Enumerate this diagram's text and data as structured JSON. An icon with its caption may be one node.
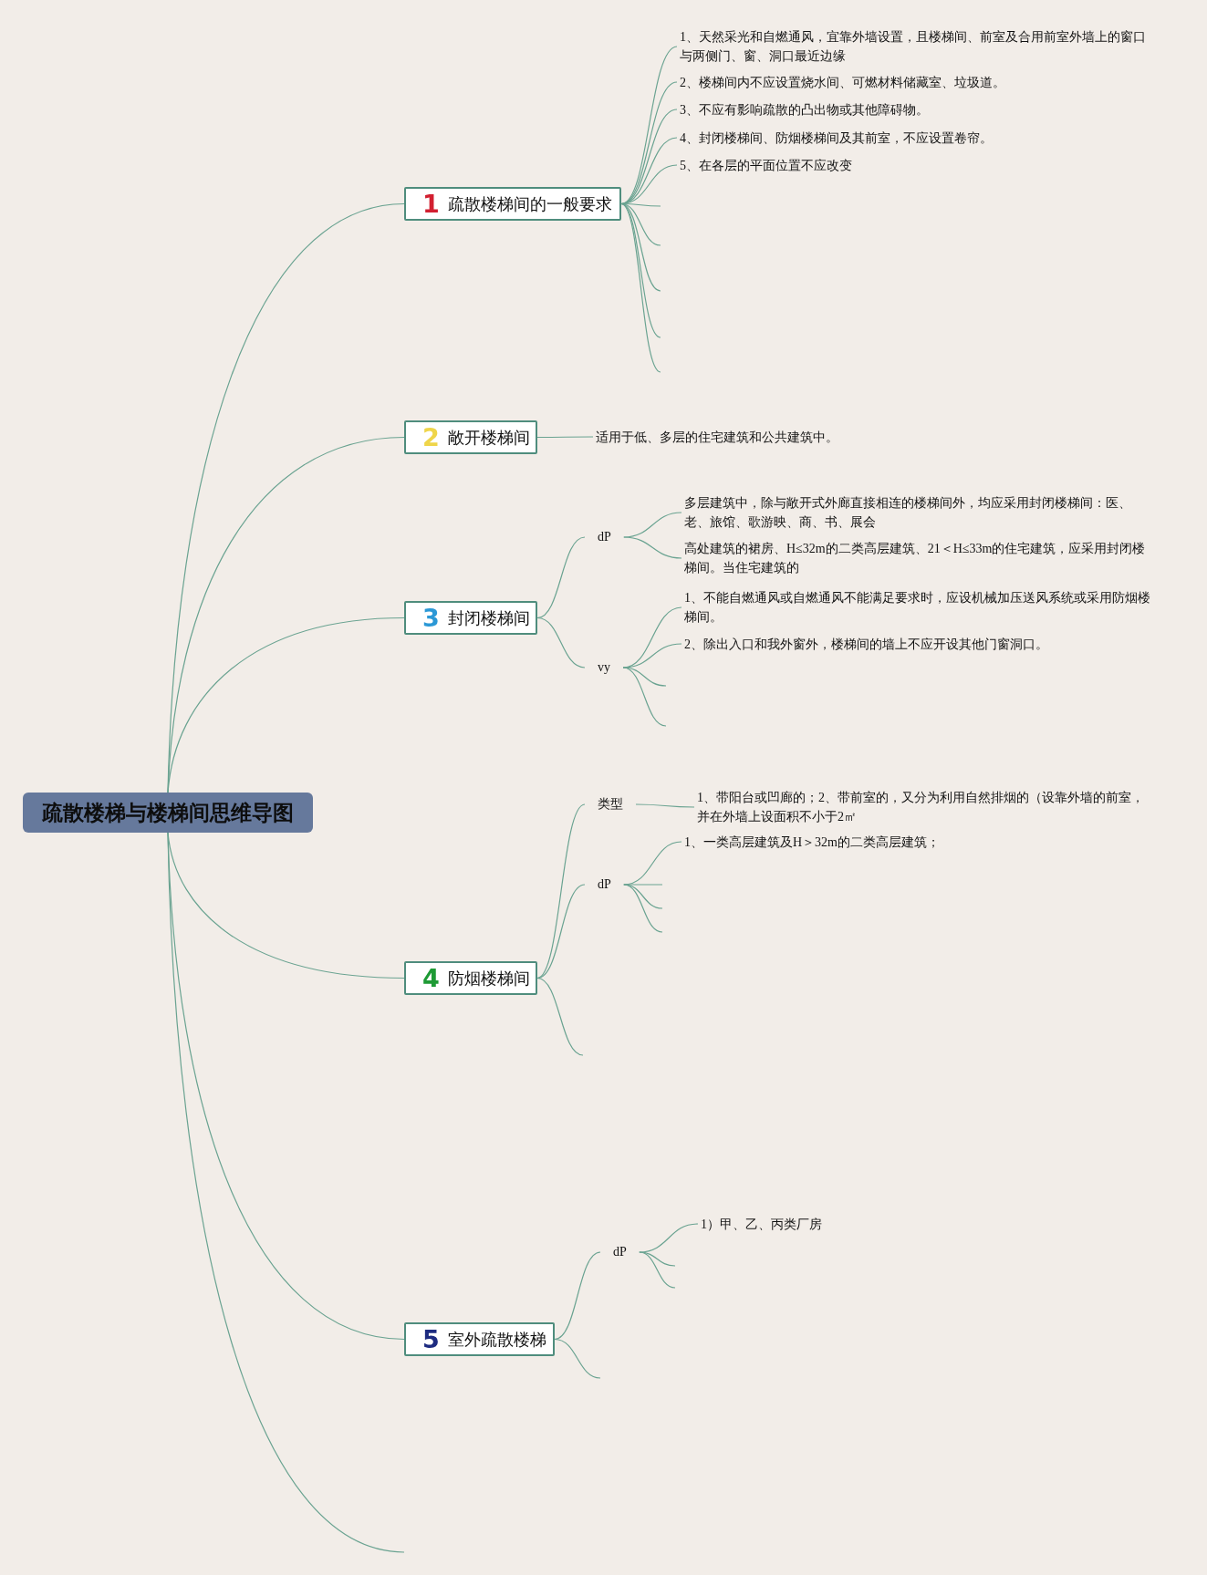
{
  "diagram": {
    "nodes": [
      {
        "text": [
          "疏散楼梯与楼梯间思维导图"
        ]
      },
      {
        "text": [
          "1",
          "疏散楼梯间的一般要求"
        ]
      },
      {
        "text": [
          "1、天然采光和自燃通风，宜靠外墙设置，且楼梯间、前室及合用前室外墙上的窗口与两侧门、窗、洞口最近边缘"
        ]
      },
      {
        "text": [
          "2、楼梯间内不应设置烧水间、可燃材料储藏室、垃圾道。"
        ]
      },
      {
        "text": [
          "3、不应有影响疏散的凸出物或其他障碍物。"
        ]
      },
      {
        "text": [
          "4、封闭楼梯间、防烟楼梯间及其前室，不应设置卷帘。"
        ]
      },
      {
        "text": [
          "5、在各层的平面位置不应改变"
        ]
      },
      {
        "text": [
          "2",
          "敞开楼梯间"
        ]
      },
      {
        "text": [
          "适用于低、多层的住宅建筑和公共建筑中。"
        ]
      },
      {
        "text": [
          "3",
          "封闭楼梯间"
        ]
      },
      {
        "text": [
          "dP"
        ]
      },
      {
        "text": [
          "多层建筑中，除与敞开式外廊直接相连的楼梯间外，均应采用封闭楼梯间：医、老、旅馆、歌游映、商、书、展会"
        ]
      },
      {
        "text": [
          "高处建筑的裙房、H≤32m的二类高层建筑、21＜H≤33m的住宅建筑，应采用封闭楼梯间。当住宅建筑的"
        ]
      },
      {
        "text": [
          "vy"
        ]
      },
      {
        "text": [
          "1、不能自燃通风或自燃通风不能满足要求时，应设机械加压送风系统或采用防烟楼梯间。"
        ]
      },
      {
        "text": [
          "2、除出入口和我外窗外，楼梯间的墙上不应开设其他门窗洞口。"
        ]
      },
      {
        "text": [
          "4",
          "防烟楼梯间"
        ]
      },
      {
        "text": [
          "类型"
        ]
      },
      {
        "text": [
          "1、带阳台或凹廊的；2、带前室的，又分为利用自然排烟的（设靠外墙的前室，并在外墙上设面积不小于2㎡"
        ]
      },
      {
        "text": [
          "dP"
        ]
      },
      {
        "text": [
          "1、一类高层建筑及H＞32m的二类高层建筑；"
        ]
      },
      {
        "text": [
          "5",
          "室外疏散楼梯"
        ]
      },
      {
        "text": [
          "dP"
        ]
      },
      {
        "text": [
          "1）甲、乙、丙类厂房"
        ]
      }
    ],
    "edges": [
      {
        "from": 0,
        "to": 1,
        "arrow": "none"
      },
      {
        "from": 0,
        "to": 7,
        "arrow": "none"
      },
      {
        "from": 0,
        "to": 9,
        "arrow": "none"
      },
      {
        "from": 0,
        "to": 16,
        "arrow": "none"
      },
      {
        "from": 0,
        "to": 21,
        "arrow": "none"
      },
      {
        "from": 0,
        "to": null,
        "arrow": "none"
      },
      {
        "from": 1,
        "to": 2,
        "arrow": "none"
      },
      {
        "from": 1,
        "to": 3,
        "arrow": "none"
      },
      {
        "from": 1,
        "to": 4,
        "arrow": "none"
      },
      {
        "from": 1,
        "to": 5,
        "arrow": "none"
      },
      {
        "from": 1,
        "to": 6,
        "arrow": "none"
      },
      {
        "from": 1,
        "to": null,
        "arrow": "none"
      },
      {
        "from": 1,
        "to": null,
        "arrow": "none"
      },
      {
        "from": 1,
        "to": null,
        "arrow": "none"
      },
      {
        "from": 1,
        "to": null,
        "arrow": "none"
      },
      {
        "from": 1,
        "to": null,
        "arrow": "none"
      },
      {
        "from": 7,
        "to": 8,
        "arrow": "none"
      },
      {
        "from": 9,
        "to": 10,
        "arrow": "none"
      },
      {
        "from": 9,
        "to": 13,
        "arrow": "none"
      },
      {
        "from": 10,
        "to": 11,
        "arrow": "none"
      },
      {
        "from": 10,
        "to": 12,
        "arrow": "none"
      },
      {
        "from": 13,
        "to": 14,
        "arrow": "none"
      },
      {
        "from": 13,
        "to": 15,
        "arrow": "none"
      },
      {
        "from": 13,
        "to": null,
        "arrow": "none"
      },
      {
        "from": 13,
        "to": null,
        "arrow": "none"
      },
      {
        "from": 16,
        "to": 17,
        "arrow": "none"
      },
      {
        "from": 16,
        "to": 19,
        "arrow": "none"
      },
      {
        "from": 16,
        "to": null,
        "arrow": "none"
      },
      {
        "from": 17,
        "to": 18,
        "arrow": "none"
      },
      {
        "from": 19,
        "to": 20,
        "arrow": "none"
      },
      {
        "from": 19,
        "to": null,
        "arrow": "none"
      },
      {
        "from": 19,
        "to": null,
        "arrow": "none"
      },
      {
        "from": 19,
        "to": null,
        "arrow": "none"
      },
      {
        "from": 21,
        "to": 22,
        "arrow": "none"
      },
      {
        "from": 21,
        "to": null,
        "arrow": "none"
      },
      {
        "from": 22,
        "to": 23,
        "arrow": "none"
      },
      {
        "from": 22,
        "to": null,
        "arrow": "none"
      },
      {
        "from": 22,
        "to": null,
        "arrow": "none"
      }
    ]
  }
}
